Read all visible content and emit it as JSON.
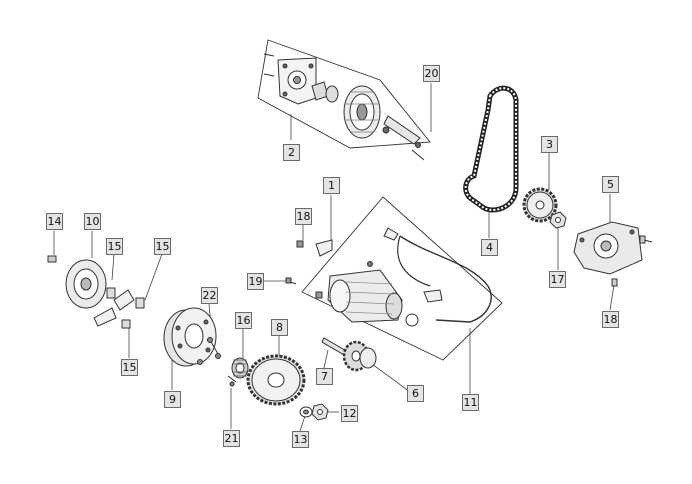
{
  "diagram": {
    "type": "exploded-parts-diagram",
    "colors": {
      "line": "#333333",
      "callout_fill": "#e4e4e4",
      "callout_border": "#6a6a6a",
      "part_shade": "#bdbdbd"
    },
    "callouts": [
      {
        "id": "c1",
        "label": "1"
      },
      {
        "id": "c2",
        "label": "2"
      },
      {
        "id": "c3",
        "label": "3"
      },
      {
        "id": "c4",
        "label": "4"
      },
      {
        "id": "c5",
        "label": "5"
      },
      {
        "id": "c6",
        "label": "6"
      },
      {
        "id": "c7",
        "label": "7"
      },
      {
        "id": "c8",
        "label": "8"
      },
      {
        "id": "c9",
        "label": "9"
      },
      {
        "id": "c10",
        "label": "10"
      },
      {
        "id": "c11",
        "label": "11"
      },
      {
        "id": "c12",
        "label": "12"
      },
      {
        "id": "c13",
        "label": "13"
      },
      {
        "id": "c14",
        "label": "14"
      },
      {
        "id": "c15a",
        "label": "15"
      },
      {
        "id": "c15b",
        "label": "15"
      },
      {
        "id": "c15c",
        "label": "15"
      },
      {
        "id": "c16",
        "label": "16"
      },
      {
        "id": "c17",
        "label": "17"
      },
      {
        "id": "c18a",
        "label": "18"
      },
      {
        "id": "c18b",
        "label": "18"
      },
      {
        "id": "c19",
        "label": "19"
      },
      {
        "id": "c20",
        "label": "20"
      },
      {
        "id": "c21",
        "label": "21"
      },
      {
        "id": "c22",
        "label": "22"
      }
    ]
  }
}
